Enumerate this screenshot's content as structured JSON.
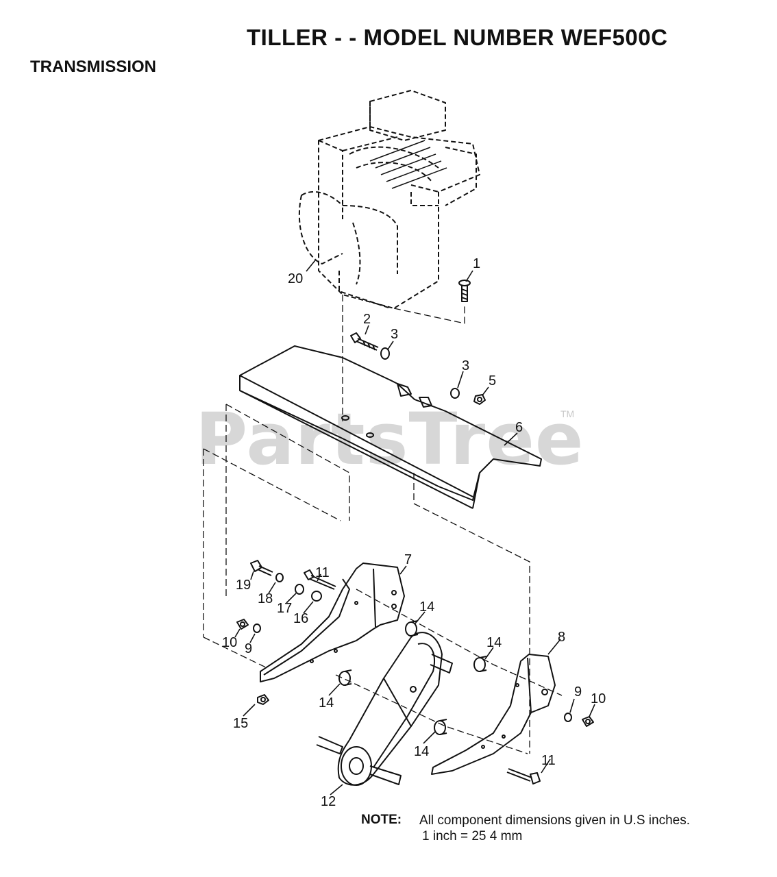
{
  "title": "TILLER - - MODEL NUMBER WEF500C",
  "section": "TRANSMISSION",
  "watermark": "PartsTree",
  "trademark": "TM",
  "note": {
    "label": "NOTE:",
    "line1": "All component dimensions given in U.S  inches.",
    "line2": "1 inch = 25 4 mm"
  },
  "callouts": {
    "c1": "1",
    "c2": "2",
    "c3a": "3",
    "c3b": "3",
    "c5": "5",
    "c6": "6",
    "c7": "7",
    "c8": "8",
    "c9a": "9",
    "c9b": "9",
    "c10a": "10",
    "c10b": "10",
    "c11a": "11",
    "c11b": "11",
    "c12": "12",
    "c14a": "14",
    "c14b": "14",
    "c14c": "14",
    "c14d": "14",
    "c15": "15",
    "c16": "16",
    "c17": "17",
    "c18": "18",
    "c19": "19",
    "c20": "20"
  },
  "colors": {
    "ink": "#111111",
    "watermark": "#d7d7d7"
  }
}
